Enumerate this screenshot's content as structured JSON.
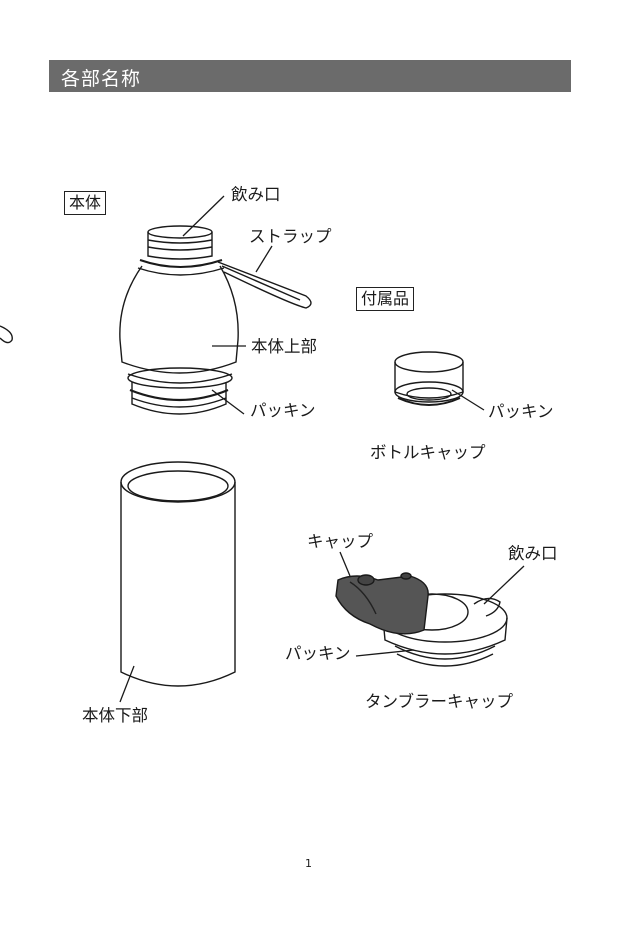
{
  "header": {
    "title": "各部名称"
  },
  "sections": {
    "body": "本体",
    "accessories": "付属品"
  },
  "labels": {
    "body_mouth": "飲み口",
    "strap": "ストラップ",
    "body_upper": "本体上部",
    "body_packing": "パッキン",
    "body_lower": "本体下部",
    "bottle_packing": "パッキン",
    "bottle_cap": "ボトルキャップ",
    "cap": "キャップ",
    "tumbler_mouth": "飲み口",
    "tumbler_packing": "パッキン",
    "tumbler_cap": "タンブラーキャップ"
  },
  "page_number": "1"
}
